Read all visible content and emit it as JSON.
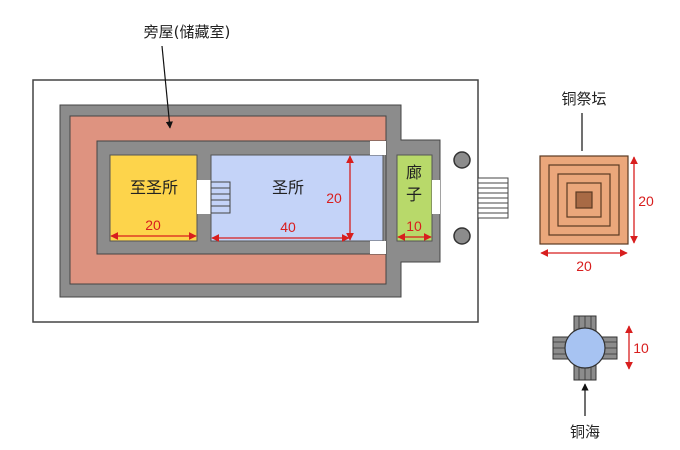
{
  "labels": {
    "side_rooms": "旁屋(储藏室)",
    "holy_of_holies": "至圣所",
    "holy_place": "圣所",
    "porch_line1": "廊",
    "porch_line2": "子",
    "bronze_altar": "铜祭坛",
    "bronze_sea": "铜海"
  },
  "dimensions": {
    "holy_of_holies_width": "20",
    "holy_place_length": "40",
    "holy_place_width": "20",
    "porch_depth": "10",
    "altar_height": "20",
    "altar_width": "20",
    "sea_diameter": "10"
  },
  "colors": {
    "outer_court": "#ffffff",
    "wall": "#8c8c8c",
    "side_rooms": "#de9380",
    "holy_of_holies": "#fdd44b",
    "holy_place": "#c4d3f8",
    "porch": "#b8d96a",
    "altar": "#eba77b",
    "sea": "#a7c3f2",
    "dimension": "#d81e1e"
  }
}
